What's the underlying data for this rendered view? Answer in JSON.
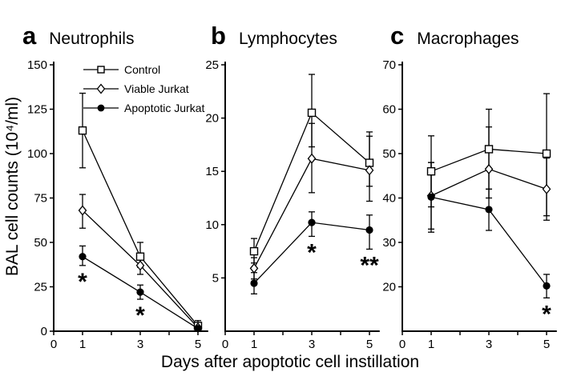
{
  "figure": {
    "xlabel": "Days after apoptotic cell instillation",
    "ylabel": "BAL cell counts (10⁴/ml)",
    "background_color": "#ffffff",
    "ink_color": "#000000"
  },
  "chart_data": {
    "type": "line",
    "x_unit": "days",
    "x_values": [
      1,
      3,
      5
    ],
    "panels": [
      {
        "id": "a",
        "letter": "a",
        "title": "Neutrophils",
        "ylim": [
          0,
          150
        ],
        "yticks": [
          0,
          25,
          50,
          75,
          100,
          125,
          150
        ],
        "xticks": [
          0,
          1,
          3,
          5
        ],
        "x": [
          1,
          3,
          5
        ],
        "series": [
          {
            "name": "Control",
            "marker": "open-square",
            "values": [
              113,
              42,
              3
            ],
            "err_up": [
              21,
              8,
              3
            ],
            "err_down": [
              21,
              6,
              2
            ]
          },
          {
            "name": "Viable Jurkat",
            "marker": "open-diamond",
            "values": [
              68,
              37,
              2
            ],
            "err_up": [
              9,
              6,
              2
            ],
            "err_down": [
              10,
              5,
              1.5
            ]
          },
          {
            "name": "Apoptotic Jurkat",
            "marker": "filled-circle",
            "values": [
              42,
              22,
              1.5
            ],
            "err_up": [
              6,
              4,
              1.5
            ],
            "err_down": [
              5,
              4,
              1
            ]
          }
        ],
        "annotations": [
          {
            "text": "*",
            "series": 2,
            "day": 1
          },
          {
            "text": "*",
            "series": 2,
            "day": 3
          }
        ]
      },
      {
        "id": "b",
        "letter": "b",
        "title": "Lymphocytes",
        "ylim": [
          0,
          25
        ],
        "yticks": [
          5,
          10,
          15,
          20,
          25
        ],
        "xticks": [
          0,
          1,
          3,
          5
        ],
        "x": [
          1,
          3,
          5
        ],
        "series": [
          {
            "name": "Control",
            "marker": "open-square",
            "values": [
              7.5,
              20.5,
              15.8
            ],
            "err_up": [
              1.2,
              3.6,
              2.9
            ],
            "err_down": [
              1.1,
              3.2,
              2.2
            ]
          },
          {
            "name": "Viable Jurkat",
            "marker": "open-diamond",
            "values": [
              5.9,
              16.2,
              15.1
            ],
            "err_up": [
              1.0,
              3.3,
              3.2
            ],
            "err_down": [
              1.0,
              3.2,
              2.9
            ]
          },
          {
            "name": "Apoptotic Jurkat",
            "marker": "filled-circle",
            "values": [
              4.5,
              10.2,
              9.5
            ],
            "err_up": [
              1.0,
              1.0,
              1.4
            ],
            "err_down": [
              1.0,
              1.3,
              1.8
            ]
          }
        ],
        "annotations": [
          {
            "text": "*",
            "series": 2,
            "day": 3
          },
          {
            "text": "**",
            "series": 2,
            "day": 5
          }
        ]
      },
      {
        "id": "c",
        "letter": "c",
        "title": "Macrophages",
        "ylim": [
          10,
          70
        ],
        "yticks": [
          20,
          30,
          40,
          50,
          60,
          70
        ],
        "xticks": [
          0,
          1,
          3,
          5
        ],
        "x": [
          1,
          3,
          5
        ],
        "series": [
          {
            "name": "Control",
            "marker": "open-square",
            "values": [
              46,
              51,
              50
            ],
            "err_up": [
              8,
              9,
              13.5
            ],
            "err_down": [
              8,
              9,
              14
            ]
          },
          {
            "name": "Viable Jurkat",
            "marker": "open-diamond",
            "values": [
              40.5,
              46.5,
              42
            ],
            "err_up": [
              7.5,
              9.5,
              7
            ],
            "err_down": [
              7.5,
              6.5,
              7
            ]
          },
          {
            "name": "Apoptotic Jurkat",
            "marker": "filled-circle",
            "values": [
              40.2,
              37.4,
              20.2
            ],
            "err_up": [
              7.8,
              4.6,
              2.6
            ],
            "err_down": [
              7.9,
              4.7,
              2.7
            ]
          }
        ],
        "annotations": [
          {
            "text": "*",
            "series": 2,
            "day": 5
          }
        ]
      }
    ]
  }
}
